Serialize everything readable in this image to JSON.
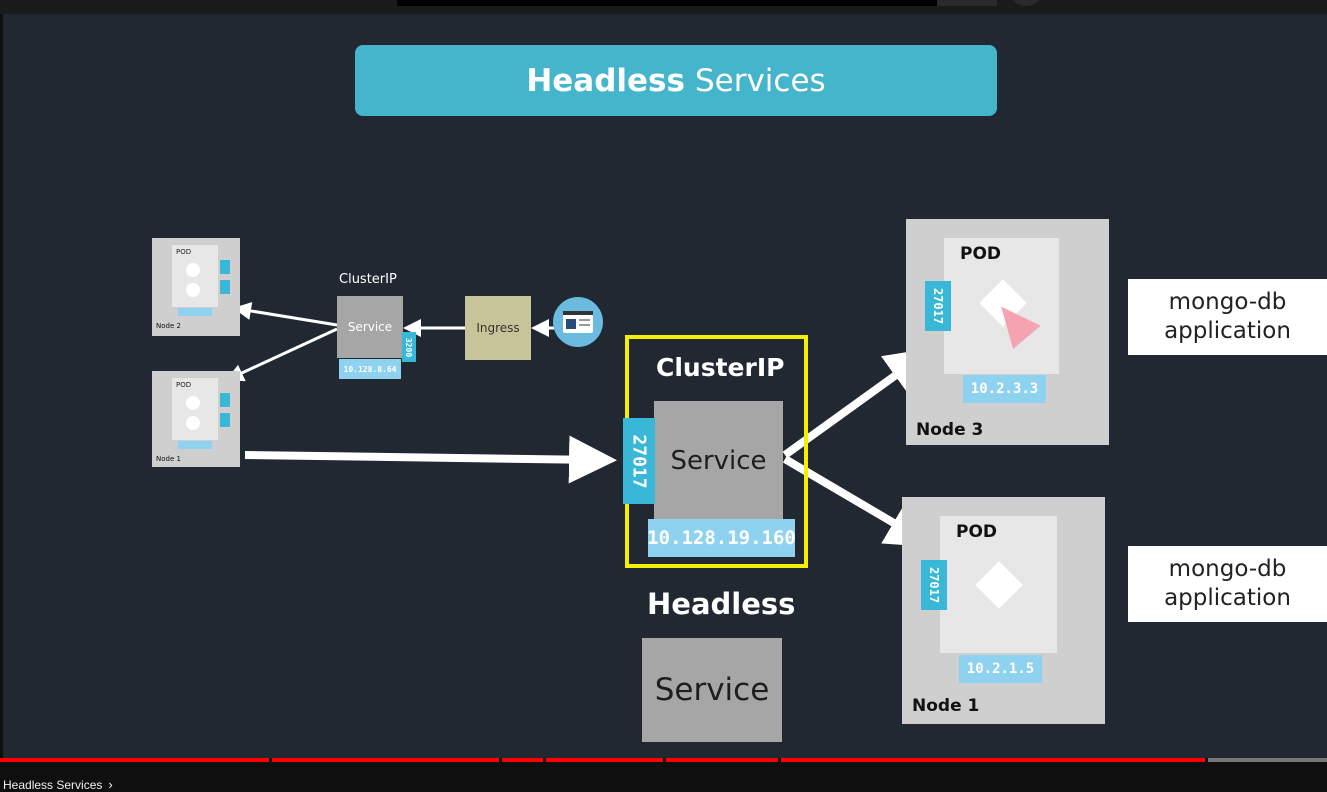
{
  "slide": {
    "title_bold": "Headless",
    "title_rest": "Services",
    "left": {
      "node2_label": "Node 2",
      "node1_label": "Node 1",
      "pod_label": "POD",
      "clusterip_label": "ClusterIP",
      "service_label": "Service",
      "service_port": "3200",
      "service_ip": "10.128.8.64",
      "ingress_label": "Ingress"
    },
    "center": {
      "clusterip_label": "ClusterIP",
      "service_label": "Service",
      "port": "27017",
      "ip": "10.128.19.160",
      "headless_label": "Headless",
      "headless_service_label": "Service"
    },
    "right": {
      "node3": {
        "label": "Node 3",
        "pod": "POD",
        "port": "27017",
        "ip": "10.2.3.3"
      },
      "node1": {
        "label": "Node 1",
        "pod": "POD",
        "port": "27017",
        "ip": "10.2.1.5"
      },
      "app1": {
        "line1": "mongo-db",
        "line2": "application"
      },
      "app2": {
        "line1": "mongo-db",
        "line2": "application"
      }
    }
  },
  "player": {
    "chapter_title": "Headless Services",
    "chapter_icon": "chevron-right-icon"
  },
  "colors": {
    "accent": "#45b5cc",
    "highlight": "#f4f000",
    "progress": "#ff0000",
    "background": "#222831"
  }
}
